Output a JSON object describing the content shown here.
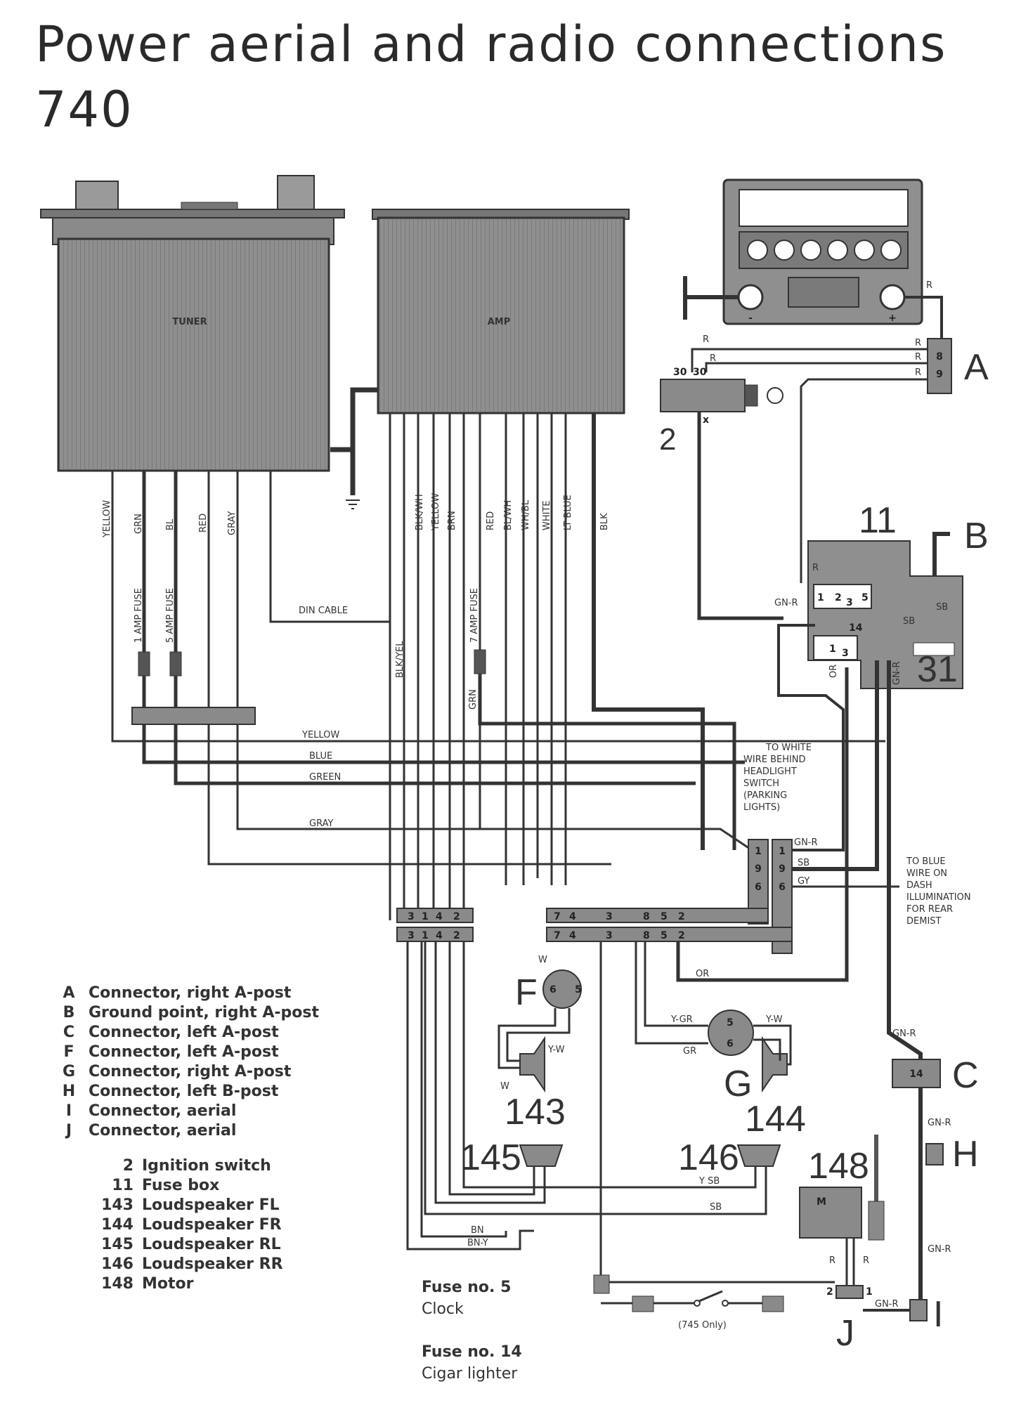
{
  "title": {
    "line1": "Power aerial and radio connections",
    "line2": "740"
  },
  "components": {
    "tuner": "TUNER",
    "amp": "AMP",
    "din_cable": "DIN CABLE",
    "fuse_1amp": "1 AMP FUSE",
    "fuse_5amp": "5 AMP FUSE",
    "fuse_7amp": "7 AMP FUSE",
    "switch_745": "(745 Only)",
    "radio_minus": "-",
    "radio_plus": "+"
  },
  "wire_labels": {
    "tuner": [
      "YELLOW",
      "GRN",
      "BL",
      "RED",
      "GRAY"
    ],
    "amp": [
      "BLK/WH",
      "YELLOW",
      "BRN",
      "RED",
      "BL/WH",
      "WH/BL",
      "WHITE",
      "LT BLUE",
      "BLK"
    ],
    "blk_yel": "BLK/YEL",
    "grn": "GRN",
    "bus": [
      "YELLOW",
      "BLUE",
      "GREEN",
      "GRAY"
    ],
    "or": "OR",
    "gy": "GY",
    "sb": "SB",
    "gn_r": "GN-R",
    "r": "R",
    "w": "W",
    "y_w": "Y-W",
    "y_gr": "Y-GR",
    "gr": "GR",
    "y_sb": "Y SB",
    "bn": "BN",
    "bn_y": "BN-Y"
  },
  "notes": {
    "white_wire": [
      "TO WHITE",
      "WIRE BEHIND",
      "HEADLIGHT",
      "SWITCH",
      "(PARKING",
      "LIGHTS)"
    ],
    "blue_wire": [
      "TO BLUE",
      "WIRE ON",
      "DASH",
      "ILLUMINATION",
      "FOR REAR",
      "DEMIST"
    ]
  },
  "ref_letters": {
    "A": "A",
    "B": "B",
    "C": "C",
    "F": "F",
    "G": "G",
    "H": "H",
    "I": "I",
    "J": "J",
    "n2": "2",
    "n11": "11",
    "n31": "31",
    "n143": "143",
    "n144": "144",
    "n145": "145",
    "n146": "146",
    "n148": "148"
  },
  "pins": {
    "A": [
      "8",
      "9"
    ],
    "ign": [
      "30",
      "30",
      "x"
    ],
    "fusebox": [
      "1",
      "2",
      "3",
      "5",
      "14",
      "1",
      "3"
    ],
    "conn_col_left": [
      "1",
      "9",
      "6"
    ],
    "conn_col_right": [
      "1",
      "9",
      "6"
    ],
    "row_left": [
      "3",
      "1",
      "4",
      "2"
    ],
    "row_right": [
      "7",
      "4",
      "3",
      "8",
      "5",
      "2"
    ],
    "F": [
      "6",
      "5"
    ],
    "G": [
      "5",
      "6"
    ],
    "C": "14",
    "J": [
      "2",
      "1"
    ],
    "motor": "M"
  },
  "legend_letters": [
    {
      "key": "A",
      "label": "Connector, right A-post"
    },
    {
      "key": "B",
      "label": "Ground point, right A-post"
    },
    {
      "key": "C",
      "label": "Connector, left A-post"
    },
    {
      "key": "F",
      "label": "Connector, left A-post"
    },
    {
      "key": "G",
      "label": "Connector, right A-post"
    },
    {
      "key": "H",
      "label": "Connector, left B-post"
    },
    {
      "key": "I",
      "label": "Connector, aerial"
    },
    {
      "key": "J",
      "label": "Connector, aerial"
    }
  ],
  "legend_numbers": [
    {
      "key": "2",
      "label": "Ignition switch"
    },
    {
      "key": "11",
      "label": "Fuse box"
    },
    {
      "key": "143",
      "label": "Loudspeaker FL"
    },
    {
      "key": "144",
      "label": "Loudspeaker FR"
    },
    {
      "key": "145",
      "label": "Loudspeaker RL"
    },
    {
      "key": "146",
      "label": "Loudspeaker RR"
    },
    {
      "key": "148",
      "label": "Motor"
    }
  ],
  "fuse_notes": [
    {
      "heading": "Fuse no. 5",
      "text": "Clock"
    },
    {
      "heading": "Fuse no. 14",
      "text": "Cigar lighter"
    }
  ],
  "colors": {
    "ink": "#333333",
    "box": "#8a8a8a",
    "wire_dark": "#3a3a3a",
    "paper": "#ffffff"
  }
}
